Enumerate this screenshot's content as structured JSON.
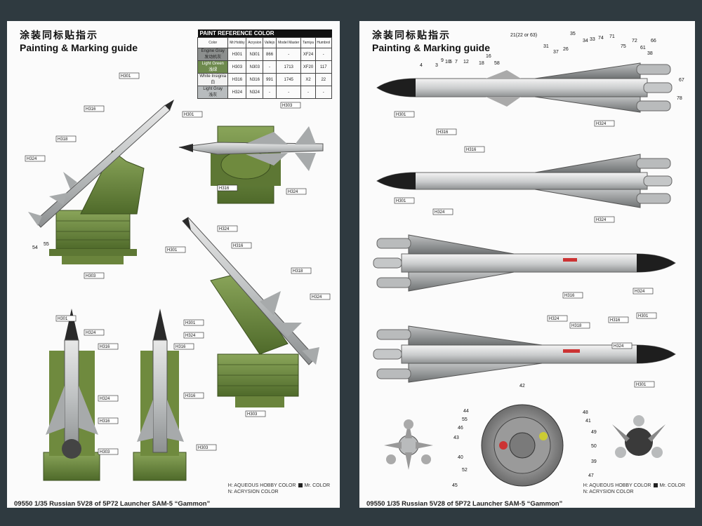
{
  "left": {
    "title_zh": "涂装同标贴指示",
    "title_en": "Painting & Marking guide",
    "footer": "09550 1/35 Russian 5V28 of 5P72 Launcher SAM-5 “Gammon”",
    "table": {
      "title": "PAINT REFERENCE COLOR",
      "columns": [
        "Color",
        "Mr.Hobby",
        "Acrysion",
        "Vallejo",
        "Model Master",
        "Tamiya",
        "Humbrol"
      ],
      "rows": [
        {
          "color_en": "Engine Gray",
          "color_zh": "发动机灰",
          "swatch": "#8c8f8e",
          "vals": [
            "H301",
            "N301",
            "866",
            "-",
            "XF24",
            "-"
          ]
        },
        {
          "color_en": "Light Green",
          "color_zh": "浅绿",
          "swatch": "#6e8a4e",
          "vals": [
            "H303",
            "N303",
            "-",
            "1713",
            "XF20",
            "117"
          ]
        },
        {
          "color_en": "White Insignia",
          "color_zh": "白",
          "swatch": "#f2f2f2",
          "vals": [
            "H316",
            "N316",
            "991",
            "1745",
            "X2",
            "22"
          ]
        },
        {
          "color_en": "Light Gray",
          "color_zh": "浅灰",
          "swatch": "#b8bcbe",
          "vals": [
            "H324",
            "N324",
            "-",
            "-",
            "-",
            "-"
          ]
        }
      ]
    },
    "labels": [
      "H301",
      "H316",
      "H318",
      "H324",
      "H301",
      "H303",
      "H316",
      "H324",
      "H324",
      "H301",
      "H316",
      "H318",
      "H324",
      "H303",
      "H303",
      "H301",
      "H324",
      "H316",
      "H324",
      "H316",
      "H303",
      "H301",
      "H324",
      "H316",
      "H316",
      "H303"
    ],
    "numbers": [
      "54",
      "55"
    ],
    "legend": [
      "H: AQUEOUS HOBBY COLOR",
      "Mr. COLOR",
      "N: ACRYSION COLOR"
    ]
  },
  "right": {
    "title_zh": "涂装同标贴指示",
    "title_en": "Painting & Marking guide",
    "footer": "09550 1/35 Russian 5V28 of 5P72 Launcher SAM-5 “Gammon”",
    "top_numbers": [
      "4",
      "3",
      "9",
      "10",
      "6",
      "7",
      "12",
      "18",
      "16",
      "58",
      "21(22 or 63)",
      "31",
      "37",
      "26",
      "35",
      "34",
      "33",
      "74",
      "71",
      "75",
      "72",
      "61",
      "66",
      "38",
      "67",
      "78"
    ],
    "bottom_numbers": [
      "42",
      "44",
      "55",
      "46",
      "43",
      "40",
      "52",
      "45",
      "48",
      "41",
      "49",
      "50",
      "39",
      "47"
    ],
    "labels": [
      "H301",
      "H316",
      "H324",
      "H316",
      "H324",
      "H301",
      "H324",
      "H324",
      "H316",
      "H301",
      "H324",
      "H318",
      "H316",
      "H324",
      "H301"
    ],
    "legend": [
      "H: AQUEOUS HOBBY COLOR",
      "Mr. COLOR",
      "N: ACRYSION COLOR"
    ]
  },
  "colors": {
    "olive": "#6f8a3e",
    "gray": "#a9acad",
    "dark": "#2a2a2a",
    "white": "#f2f2f2"
  }
}
